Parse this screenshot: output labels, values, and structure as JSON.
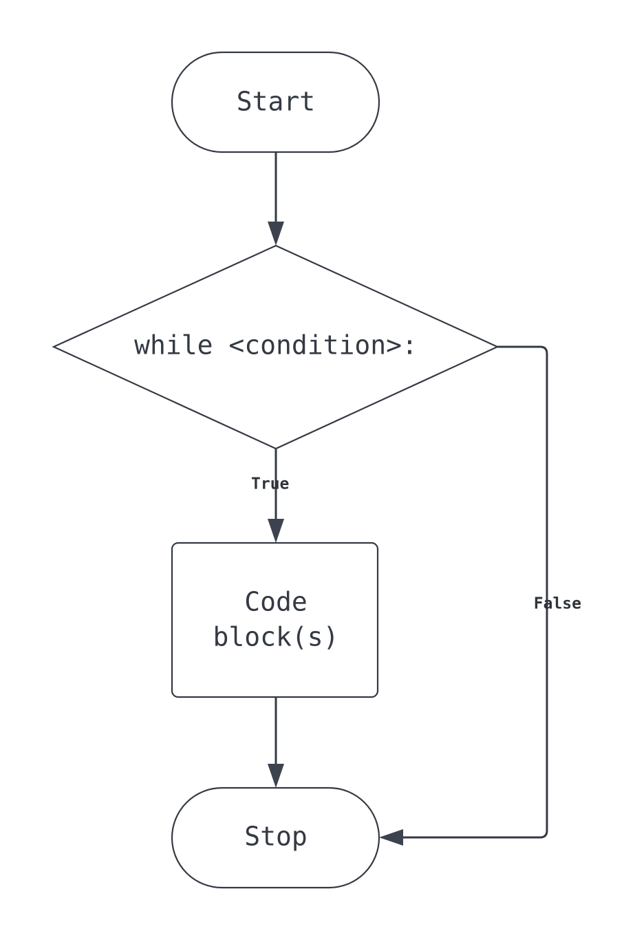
{
  "diagram": {
    "type": "flowchart",
    "title": "while loop flowchart",
    "background_color": "#ffffff",
    "stroke_color": "#343a44",
    "text_color": "#343a44",
    "nodes": [
      {
        "id": "start",
        "shape": "stadium",
        "label": "Start"
      },
      {
        "id": "condition",
        "shape": "diamond",
        "label": "while <condition>:"
      },
      {
        "id": "code",
        "shape": "rounded-rect",
        "label_line1": "Code",
        "label_line2": "block(s)"
      },
      {
        "id": "stop",
        "shape": "stadium",
        "label": "Stop"
      }
    ],
    "edges": [
      {
        "from": "start",
        "to": "condition",
        "label": ""
      },
      {
        "from": "condition",
        "to": "code",
        "label": "True"
      },
      {
        "from": "code",
        "to": "stop",
        "label": ""
      },
      {
        "from": "condition",
        "to": "stop",
        "label": "False"
      }
    ]
  }
}
